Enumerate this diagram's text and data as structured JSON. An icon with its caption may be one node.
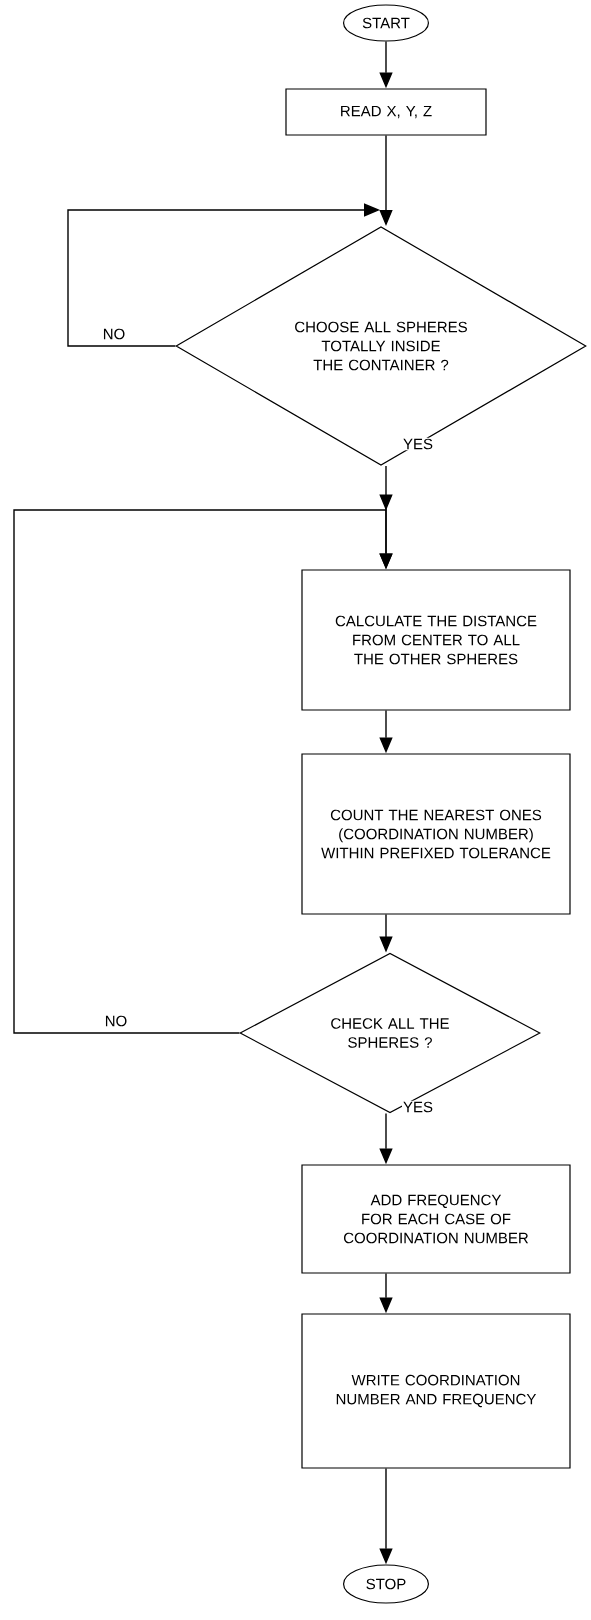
{
  "diagram": {
    "nodes": [
      {
        "text": [
          "START"
        ]
      },
      {
        "text": [
          "READ X, Y, Z"
        ]
      },
      {
        "text": [
          "CHOOSE ALL SPHERES TOTALLY INSIDE THE CONTAINER ?"
        ]
      },
      {
        "text": [
          "CALCULATE THE  DISTANCE FROM CENTER TO ALL THE OTHER SPHERES"
        ]
      },
      {
        "text": [
          "COUNT THE NEAREST ONES (COORDINATION NUMBER) WITHIN PREFIXED TOLERANCE"
        ]
      },
      {
        "text": [
          "CHECK ALL THE SPHERES ?"
        ]
      },
      {
        "text": [
          "ADD FREQUENCY FOR EACH CASE OF COORDINATION NUMBER"
        ]
      },
      {
        "text": [
          "WRITE  COORDINATION NUMBER AND FREQUENCY"
        ]
      },
      {
        "text": [
          "STOP"
        ]
      }
    ],
    "edges": [
      {
        "from": 0,
        "to": 1,
        "arrow": "to"
      },
      {
        "from": 1,
        "to": 2,
        "arrow": "to"
      },
      {
        "from": 2,
        "to": 2,
        "arrow": "to",
        "label": "NO"
      },
      {
        "from": 2,
        "to": 3,
        "arrow": "to",
        "label": "YES"
      },
      {
        "from": 3,
        "to": 4,
        "arrow": "to"
      },
      {
        "from": 4,
        "to": 5,
        "arrow": "to"
      },
      {
        "from": 5,
        "to": 3,
        "arrow": "to",
        "label": "NO"
      },
      {
        "from": 5,
        "to": 6,
        "arrow": "to",
        "label": "YES"
      },
      {
        "from": 6,
        "to": 7,
        "arrow": "to"
      },
      {
        "from": 7,
        "to": 8,
        "arrow": "to"
      }
    ]
  }
}
